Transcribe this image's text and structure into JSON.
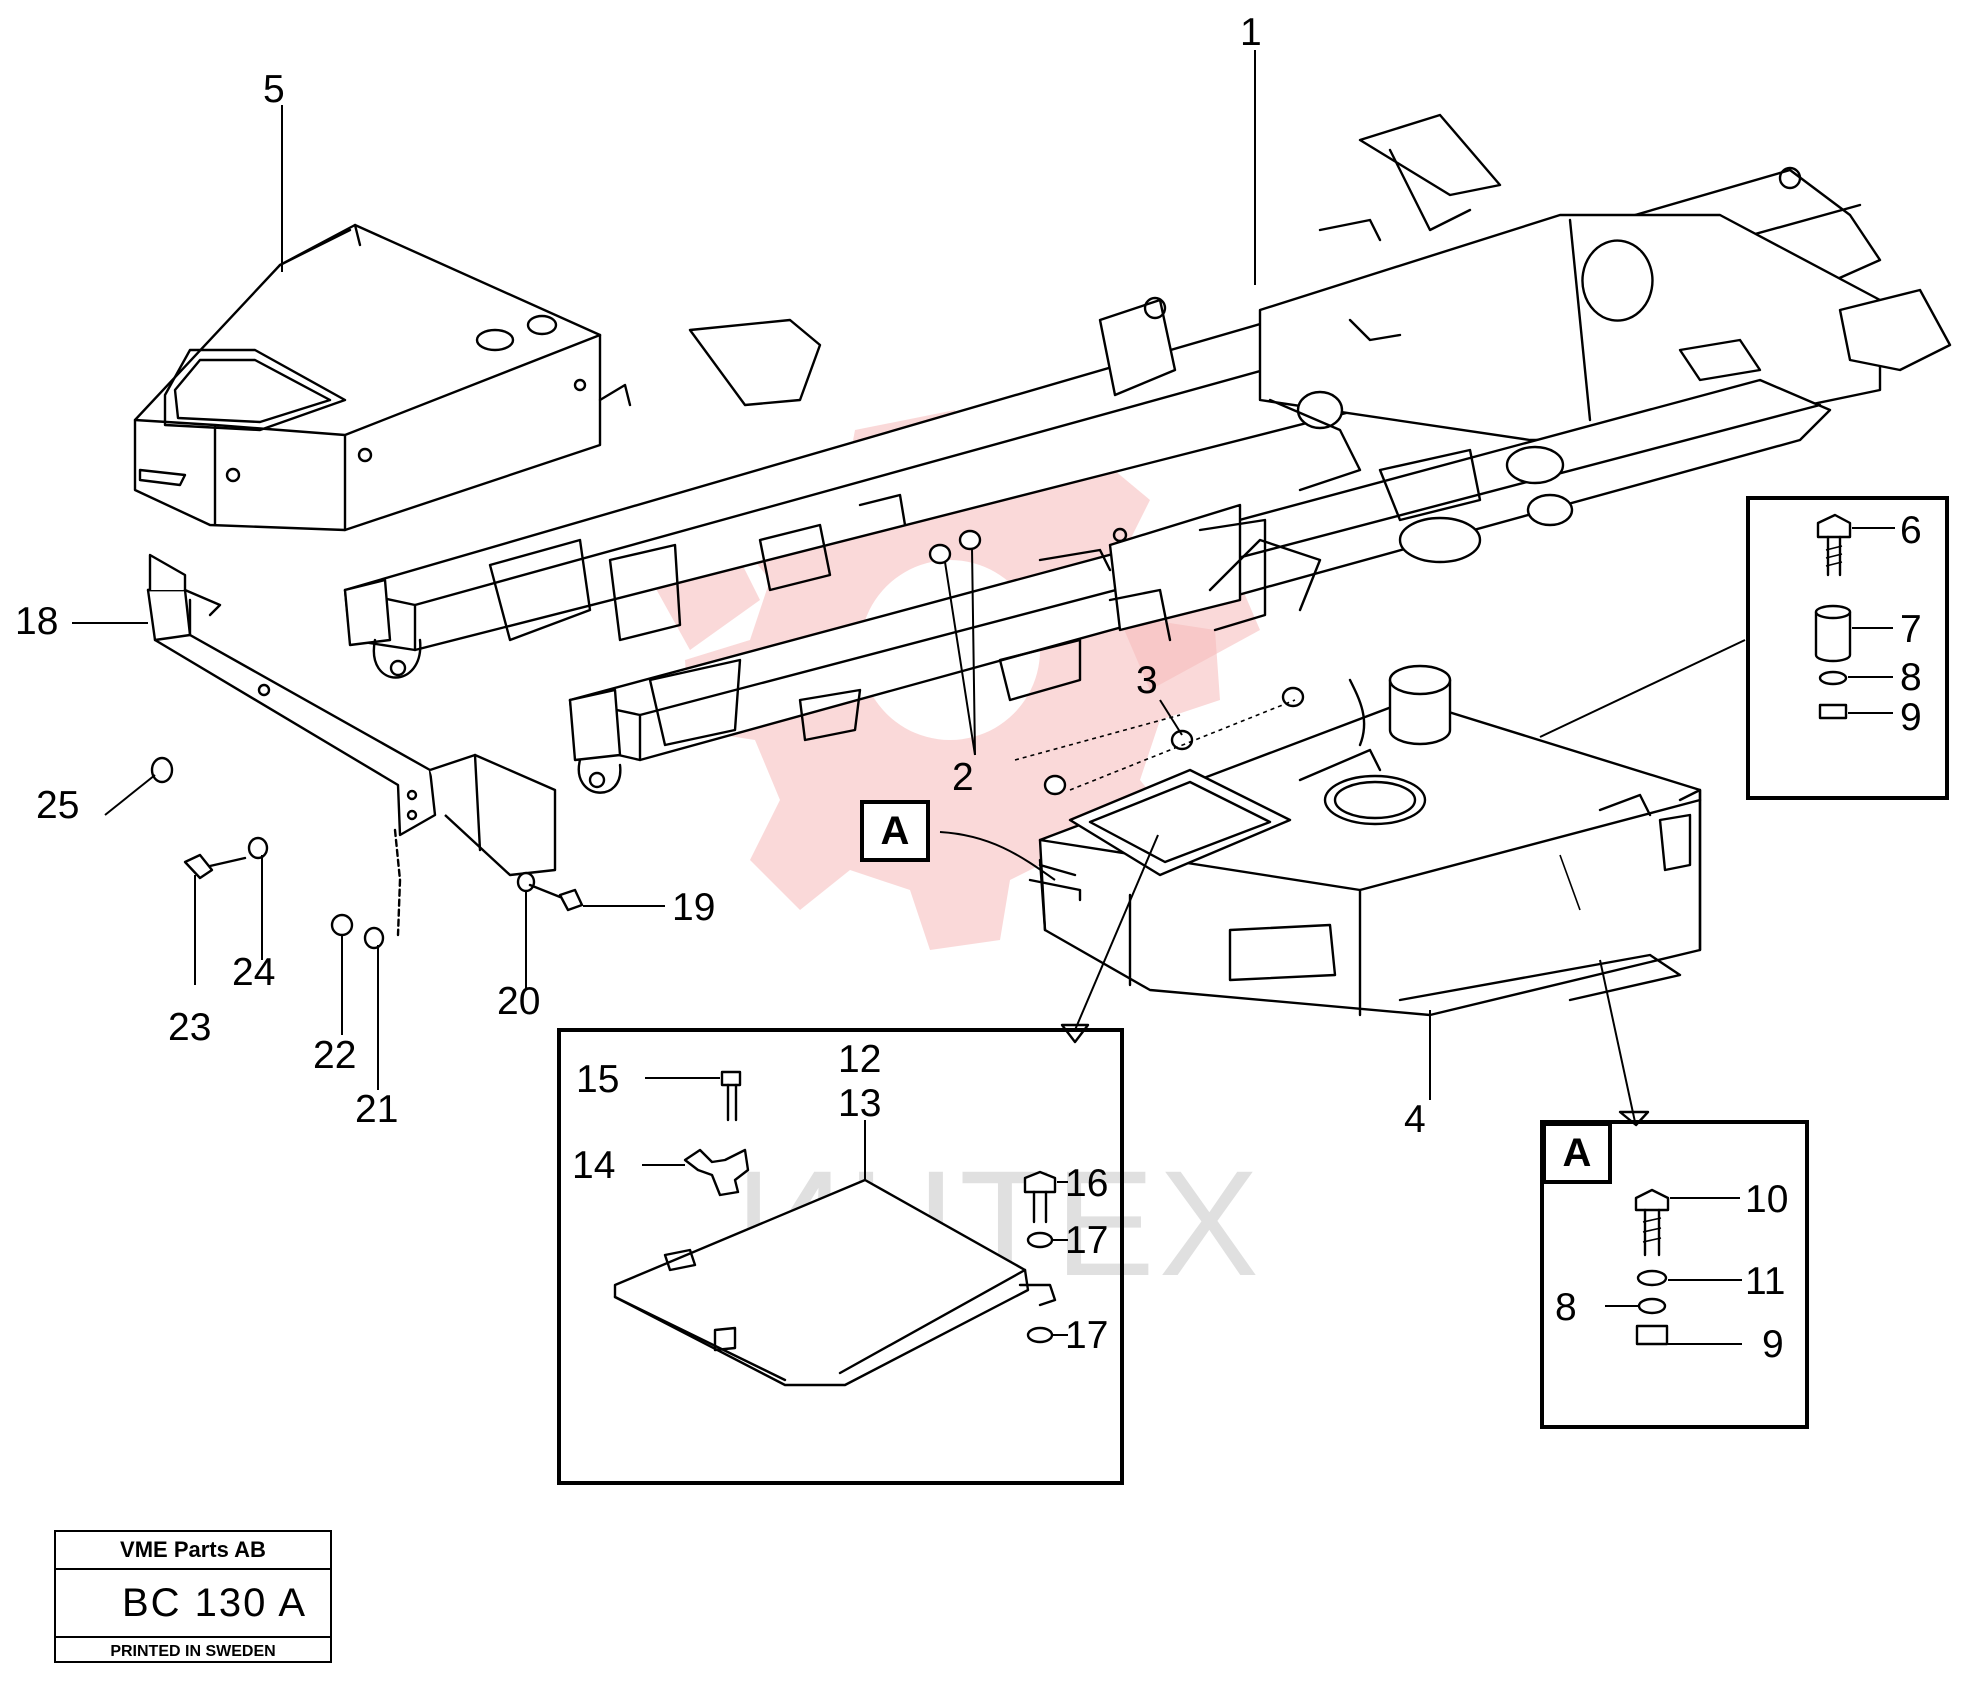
{
  "diagram": {
    "callouts": {
      "c1": "1",
      "c2": "2",
      "c3": "3",
      "c4": "4",
      "c5": "5",
      "c6": "6",
      "c7": "7",
      "c8a": "8",
      "c9a": "9",
      "c10": "10",
      "c11": "11",
      "c8b": "8",
      "c9b": "9",
      "c12": "12",
      "c13": "13",
      "c14": "14",
      "c15": "15",
      "c16": "16",
      "c17a": "17",
      "c17b": "17",
      "c18": "18",
      "c19": "19",
      "c20": "20",
      "c21": "21",
      "c22": "22",
      "c23": "23",
      "c24": "24",
      "c25": "25"
    },
    "detail_tag_main": "A",
    "detail_tag_inset": "A"
  },
  "watermark": {
    "text": "ИНТЕХ",
    "color": "#e02020"
  },
  "title_block": {
    "company": "VME Parts AB",
    "drawing_code": "BC 130 A",
    "printed": "PRINTED IN SWEDEN"
  }
}
